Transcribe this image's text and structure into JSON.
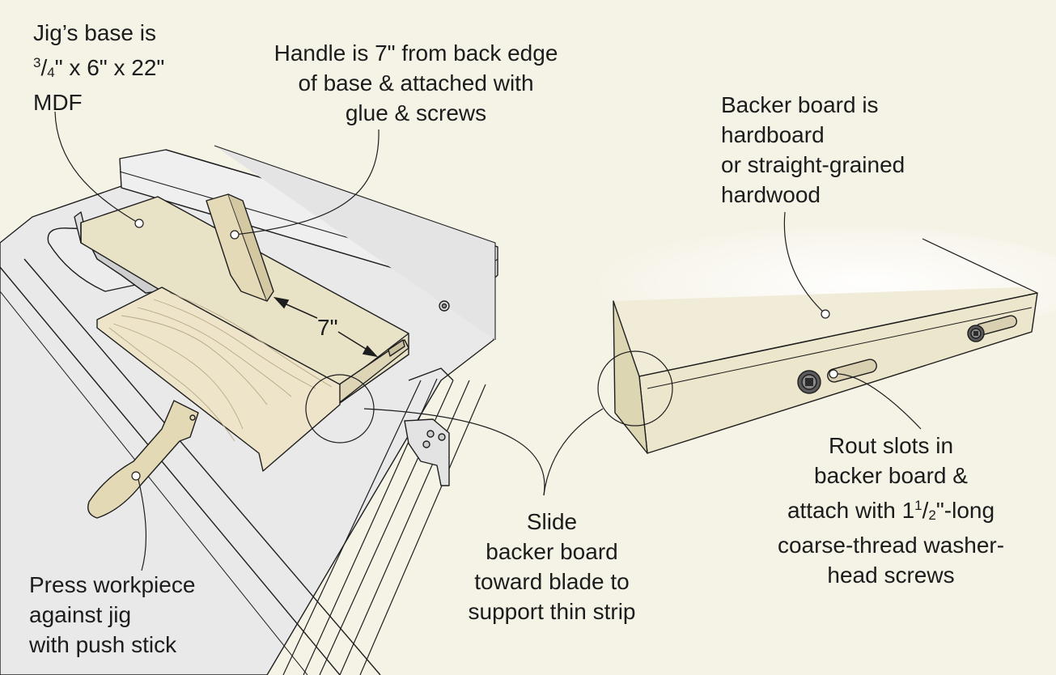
{
  "labels": {
    "base": {
      "line1": "Jig’s base is",
      "line2_num": "3",
      "line2_slash": "/",
      "line2_den": "4",
      "line2_rest": "\" x 6\" x 22\"",
      "line3": "MDF"
    },
    "handle": {
      "line1": "Handle is 7\" from back edge",
      "line2": "of base & attached with",
      "line3": "glue & screws"
    },
    "backer_material": {
      "line1": "Backer board is",
      "line2": "hardboard",
      "line3": "or straight-grained",
      "line4": "hardwood"
    },
    "dimension": "7\"",
    "press": {
      "line1": "Press workpiece",
      "line2": "against jig",
      "line3": "with push stick"
    },
    "slide": {
      "line1": "Slide",
      "line2": "backer board",
      "line3": "toward blade to",
      "line4": "support thin strip"
    },
    "rout": {
      "line1": "Rout slots in",
      "line2": "backer board &",
      "line3_pre": "attach with 1",
      "line3_num": "1",
      "line3_slash": "/",
      "line3_den": "2",
      "line3_post": "\"-long",
      "line4": "coarse-thread washer-",
      "line5": "head screws"
    }
  }
}
